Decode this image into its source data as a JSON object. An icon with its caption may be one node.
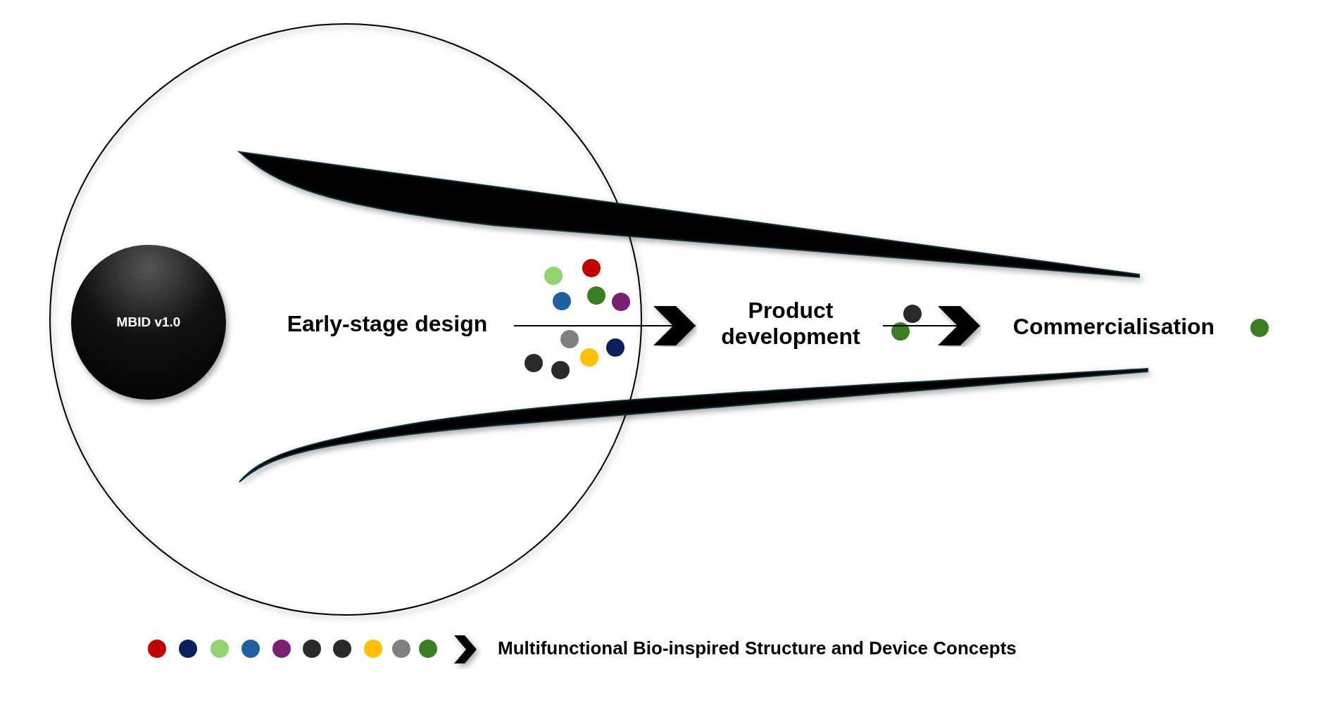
{
  "diagram": {
    "nodes": [
      {
        "text": [
          "MBID v1.0"
        ]
      },
      {
        "text": [
          "Early-stage design"
        ]
      },
      {
        "text": [
          "Product development"
        ]
      },
      {
        "text": [
          "Commercialisation"
        ]
      }
    ],
    "edges": [
      {
        "from": 1,
        "to": 2,
        "arrow": "to"
      },
      {
        "from": 2,
        "to": 3,
        "arrow": "to"
      }
    ],
    "labels": [
      "Multifunctional Bio-inspired Structure and Device Concepts"
    ]
  }
}
